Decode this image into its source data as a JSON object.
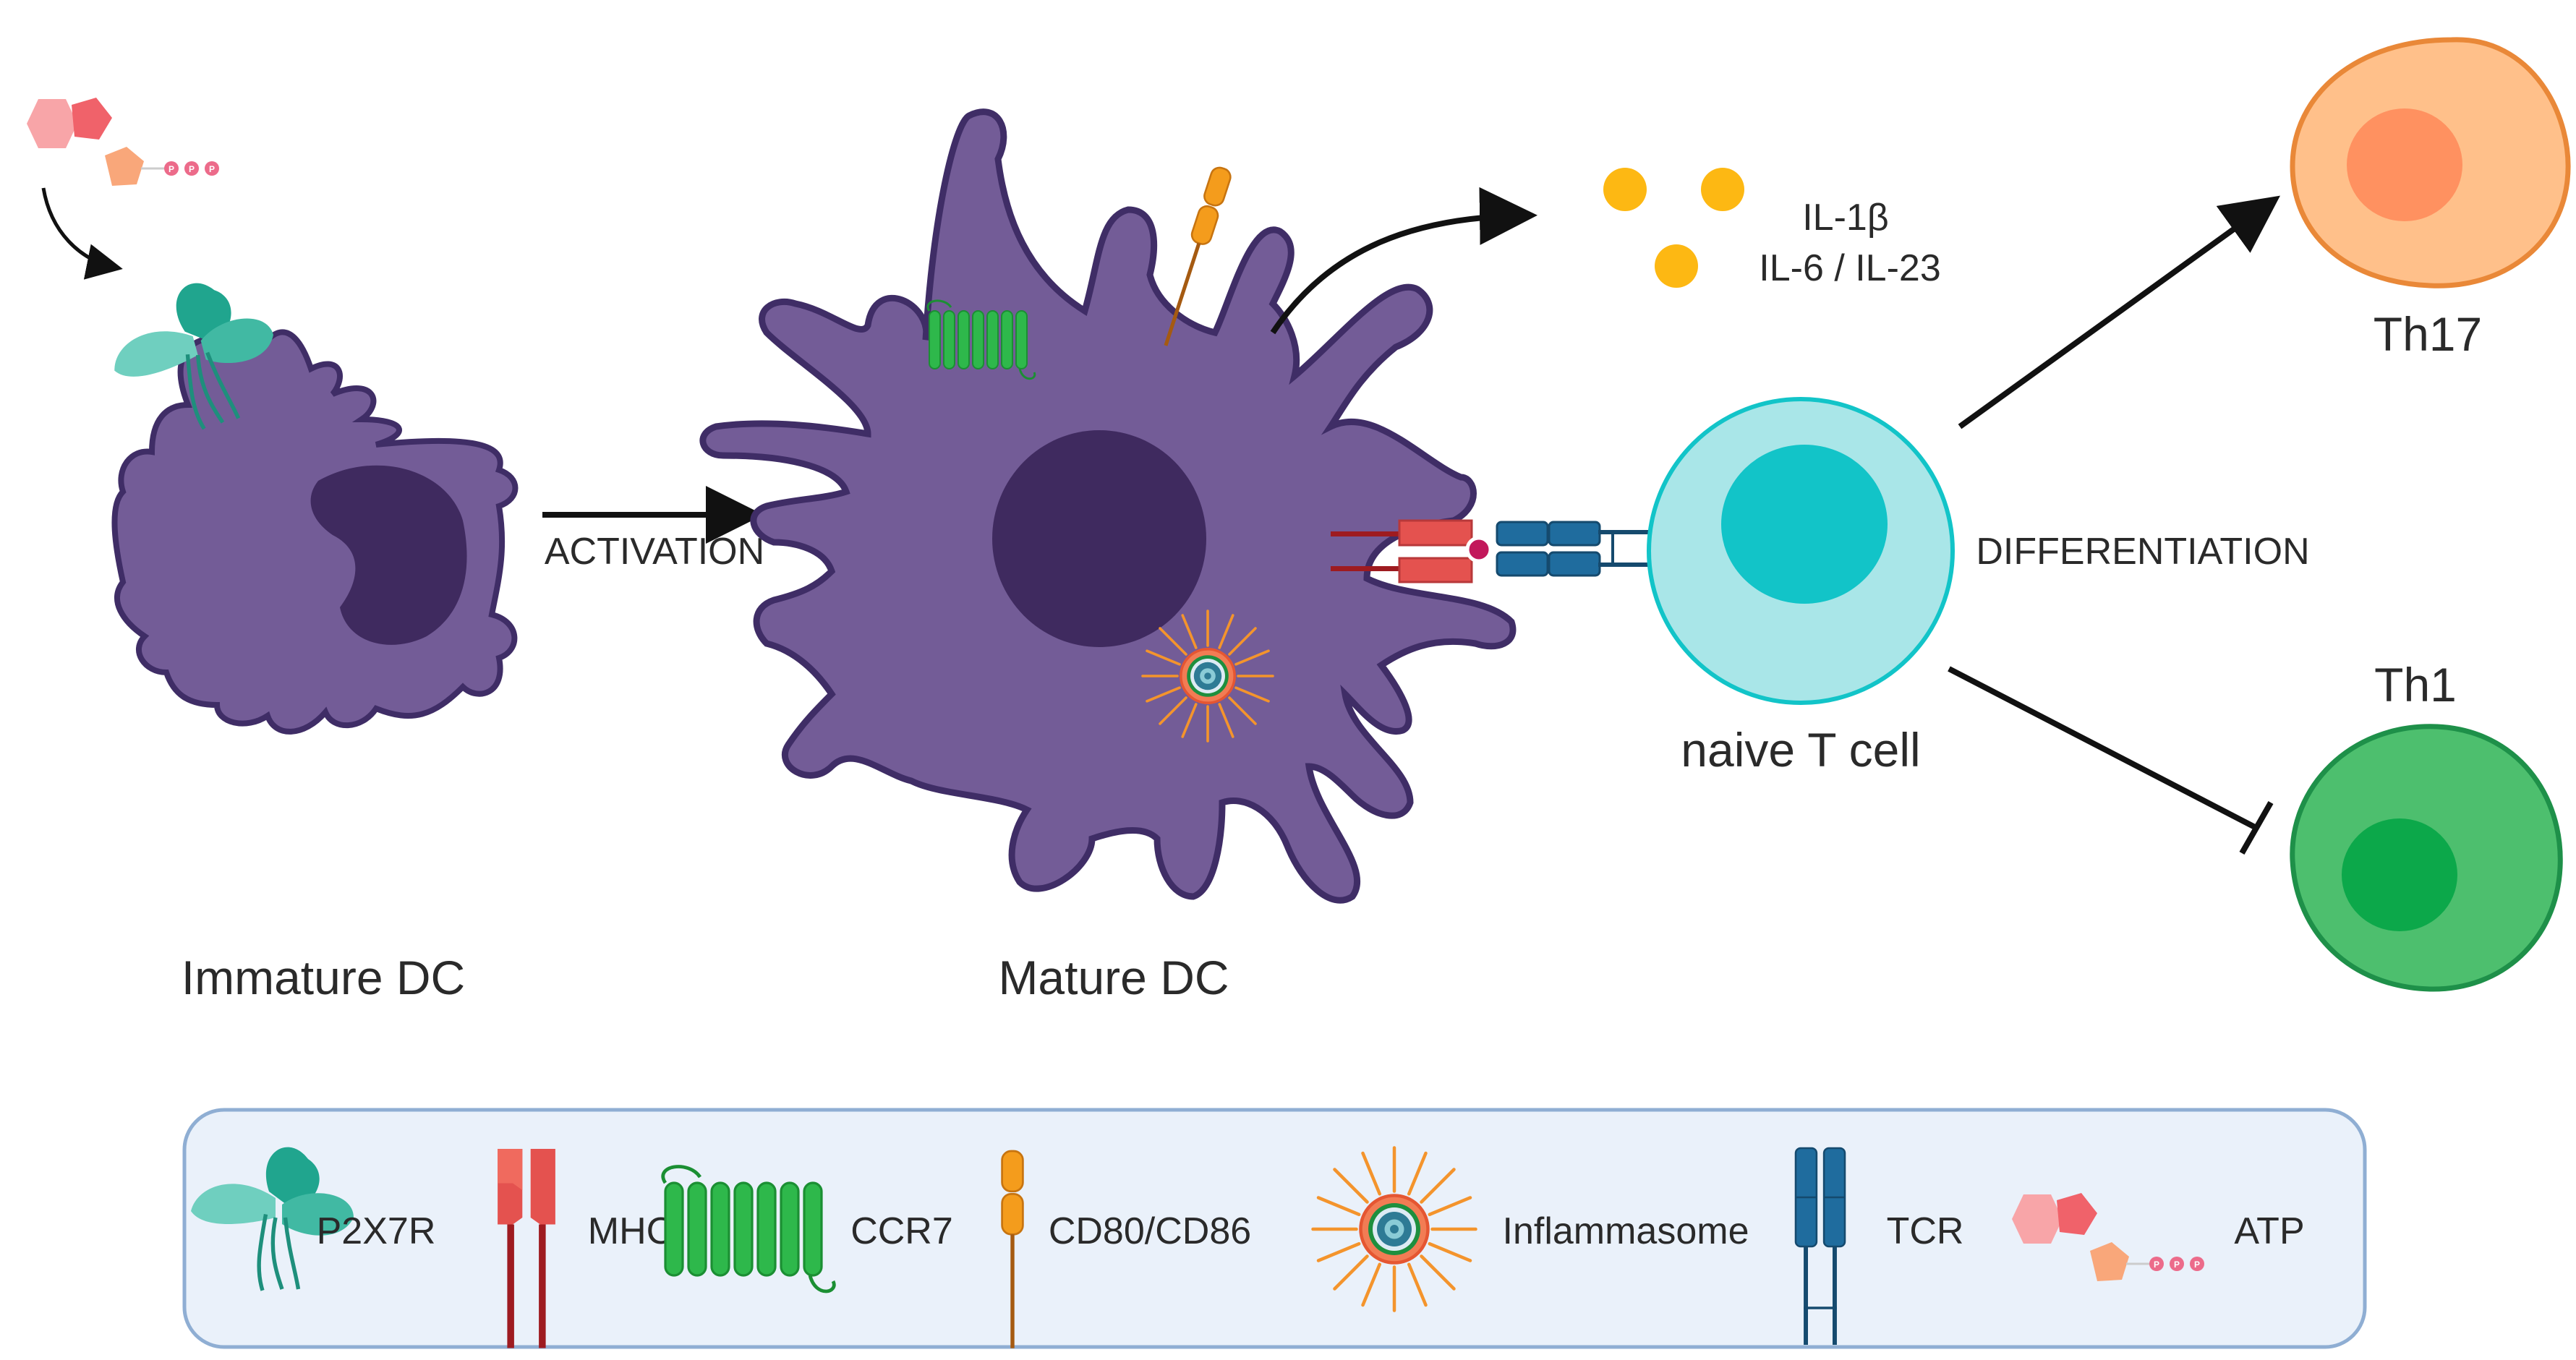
{
  "labels": {
    "immature_dc": "Immature DC",
    "mature_dc": "Mature DC",
    "naive_t_cell": "naive T cell",
    "th17": "Th17",
    "th1": "Th1",
    "activation": "ACTIVATION",
    "differentiation": "DIFFERENTIATION",
    "il1b": "IL-1β",
    "il6_il23": "IL-6 / IL-23"
  },
  "legend": {
    "items": [
      {
        "label": "P2X7R",
        "icon": "p2x7r-receptor-icon"
      },
      {
        "label": "MHC",
        "icon": "mhc-icon"
      },
      {
        "label": "CCR7",
        "icon": "ccr7-icon"
      },
      {
        "label": "CD80/CD86",
        "icon": "cd80-cd86-icon"
      },
      {
        "label": "Inflammasome",
        "icon": "inflammasome-icon"
      },
      {
        "label": "TCR",
        "icon": "tcr-icon"
      },
      {
        "label": "ATP",
        "icon": "atp-molecule-icon"
      }
    ]
  },
  "atp_phosphate_letter": "P",
  "colors": {
    "dc_fill": "#735C97",
    "dc_outline": "#3F2D66",
    "dc_nucleus": "#3F2A5F",
    "naive_t_fill": "#A9E6E8",
    "naive_t_nucleus": "#12C4C8",
    "th17_fill": "#FFC08A",
    "th17_nucleus": "#FF9160",
    "th1_fill": "#4DBF6E",
    "th1_nucleus": "#0CA84A",
    "legend_bg": "#EAF1FA",
    "legend_border": "#8FAED3",
    "p2x7r": "#41B9A3",
    "mhc": "#E4524F",
    "ccr7": "#2EB84B",
    "cd80": "#F49C1C",
    "tcr": "#1F6C9E",
    "cytokine": "#FDB813"
  }
}
